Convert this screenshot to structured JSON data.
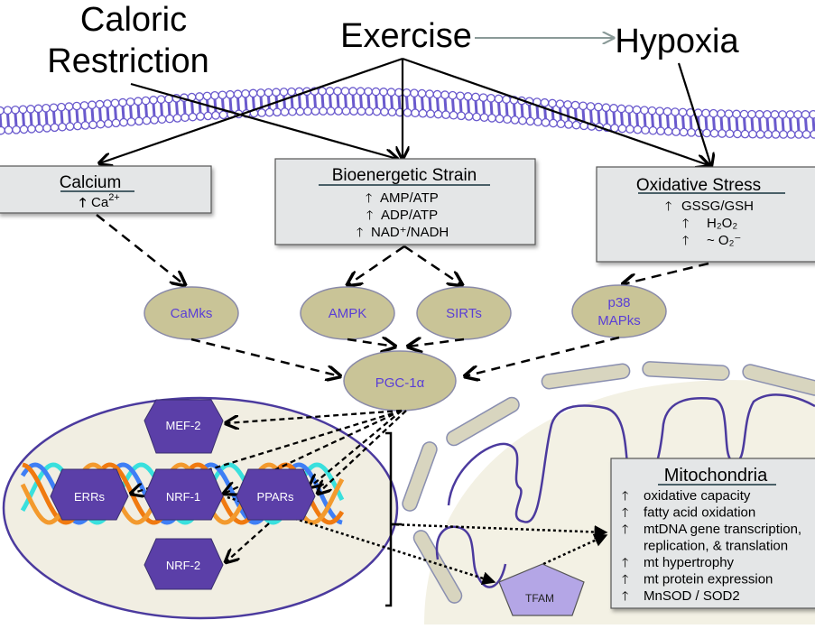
{
  "stimuli": {
    "caloric_restriction": [
      "Caloric",
      "Restriction"
    ],
    "exercise": "Exercise",
    "hypoxia": "Hypoxia"
  },
  "signal_boxes": {
    "calcium": {
      "title": "Calcium",
      "items": [
        {
          "arrow": "up",
          "text": "Ca",
          "sup": "2+"
        }
      ]
    },
    "bioenergetic": {
      "title": "Bioenergetic Strain",
      "items": [
        {
          "arrow": "up",
          "text": "AMP/ATP"
        },
        {
          "arrow": "up",
          "text": "ADP/ATP"
        },
        {
          "arrow": "up",
          "text": "NAD⁺/NADH"
        }
      ]
    },
    "oxidative": {
      "title": "Oxidative Stress",
      "items": [
        {
          "arrow": "up",
          "text": "GSSG/GSH"
        },
        {
          "arrow": "up",
          "text": "H₂O₂"
        },
        {
          "arrow": "up",
          "text": "~ O₂⁻"
        }
      ]
    }
  },
  "kinases": {
    "camks": "CaMks",
    "ampk": "AMPK",
    "sirts": "SIRTs",
    "p38": [
      "p38",
      "MAPks"
    ]
  },
  "coactivator": "PGC-1α",
  "transcription_factors": {
    "mef2": "MEF-2",
    "errs": "ERRs",
    "nrf1": "NRF-1",
    "pparS": "PPARs",
    "nrf2": "NRF-2"
  },
  "tfam": "TFAM",
  "mitochondria_box": {
    "title": "Mitochondria",
    "items": [
      {
        "arrow": "up",
        "text": "oxidative capacity"
      },
      {
        "arrow": "up",
        "text": "fatty acid oxidation"
      },
      {
        "arrow": "up",
        "text": "mtDNA gene transcription,"
      },
      {
        "arrow": "none",
        "text": "replication, & translation"
      },
      {
        "arrow": "up",
        "text": "mt hypertrophy"
      },
      {
        "arrow": "up",
        "text": "mt protein expression"
      },
      {
        "arrow": "up",
        "text": "MnSOD / SOD2"
      }
    ]
  },
  "colors": {
    "node_fill": "#c9c497",
    "node_text": "#5a3fd6",
    "hexagon_fill": "#5b3fa8",
    "box_fill": "#e4e6e7",
    "membrane": "#6a5acd",
    "nucleus_fill": "#f1eee2",
    "mito_fill": "#f3f1e4",
    "tfam_fill": "#b4a6e6",
    "dna_orange": "#f07a10",
    "dna_blue": "#3f7ff5",
    "dna_cyan": "#39e0dd"
  }
}
